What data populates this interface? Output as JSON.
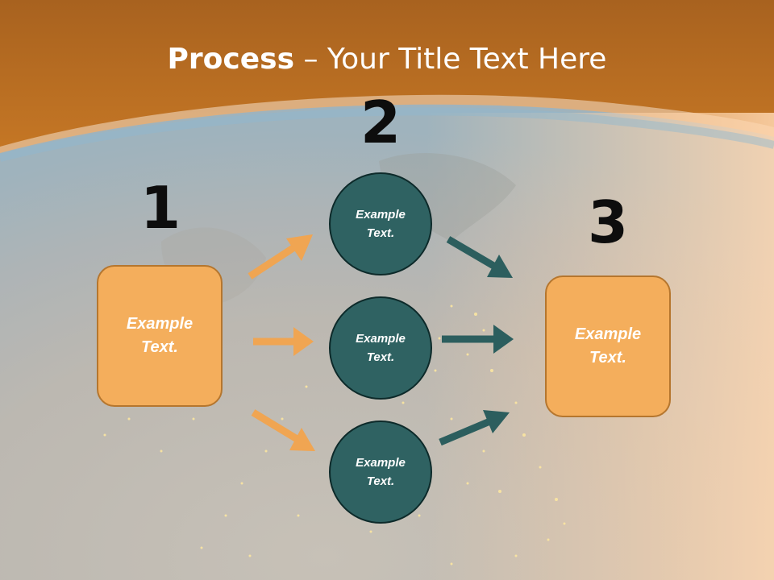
{
  "title": {
    "bold": "Process",
    "rest": " – Your Title Text Here"
  },
  "steps": {
    "one": {
      "number": "1",
      "text": "Example Text."
    },
    "two": {
      "number": "2",
      "items": [
        "Example Text.",
        "Example Text.",
        "Example Text."
      ]
    },
    "three": {
      "number": "3",
      "text": "Example Text."
    }
  },
  "colors": {
    "orange_box": "#f4ae5c",
    "teal_circle": "#2f6262",
    "orange_arrow": "#f0a552",
    "teal_arrow": "#2c5e5e",
    "header_orange": "#ee9a32"
  }
}
